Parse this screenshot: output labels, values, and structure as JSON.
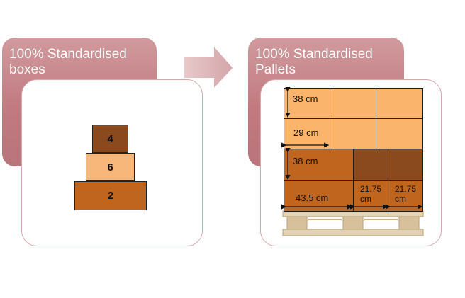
{
  "left": {
    "title_line1": "100% Standardised",
    "title_line2": "boxes",
    "boxes": [
      {
        "label": "4",
        "color": "#8b4a1e"
      },
      {
        "label": "6",
        "color": "#f7b77a"
      },
      {
        "label": "2",
        "color": "#c0651d"
      }
    ]
  },
  "right": {
    "title_line1": "100% Standardised",
    "title_line2": "Pallets",
    "dimensions": {
      "top_height": "38 cm",
      "top_width": "29 cm",
      "bottom_height": "38 cm",
      "bottom_width": "43.5 cm",
      "small_width_a_line1": "21.75",
      "small_width_a_line2": "cm",
      "small_width_b_line1": "21.75",
      "small_width_b_line2": "cm"
    }
  },
  "colors": {
    "header": "#c17a80",
    "light_box": "#fbb46c",
    "mid_box": "#c0651d",
    "dark_box": "#8b4a1e",
    "pallet": "#d9c7a8"
  }
}
